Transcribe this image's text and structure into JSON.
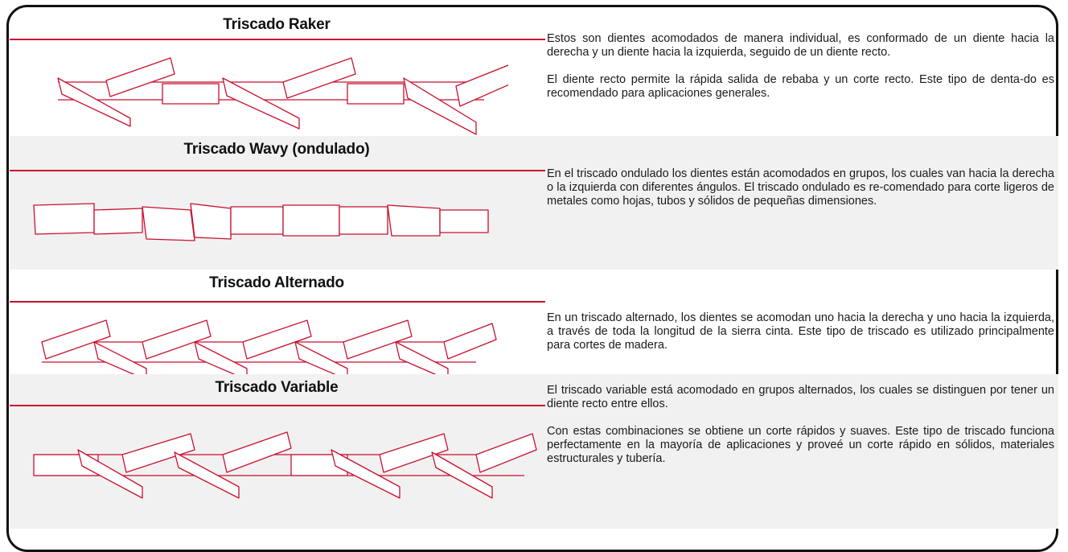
{
  "sections": [
    {
      "title": "Triscado Raker",
      "paragraphs": [
        "Estos son dientes acomodados de manera individual, es conformado de un diente hacia la derecha y un diente hacia la izquierda, seguido de un diente recto.",
        "El diente recto permite la rápida salida de rebaba y un corte recto. Este tipo de denta-do es recomendado para aplicaciones generales."
      ]
    },
    {
      "title": "Triscado Wavy (ondulado)",
      "paragraphs": [
        "En el triscado ondulado los dientes están acomodados en grupos, los cuales van hacia la derecha o la izquierda con diferentes ángulos. El triscado ondulado es re-comendado para corte ligeros de metales como hojas, tubos y sólidos de pequeñas dimensiones."
      ]
    },
    {
      "title": "Triscado Alternado",
      "paragraphs": [
        "En un triscado alternado, los dientes se acomodan uno hacia la derecha y uno hacia la izquierda, a través de toda la longitud de la sierra cinta. Este tipo de triscado es utilizado principalmente para cortes de madera."
      ]
    },
    {
      "title": "Triscado Variable",
      "paragraphs": [
        "El triscado variable está acomodado en grupos alternados, los cuales se distinguen por tener un diente recto entre ellos.",
        "Con estas combinaciones se obtiene un corte rápidos y suaves. Este tipo de triscado funciona perfectamente en la mayoría de aplicaciones y proveé un corte rápido en sólidos, materiales estructurales y tubería."
      ]
    }
  ],
  "colors": {
    "accent": "#c8102e",
    "shade": "#f1f1f1",
    "frame": "#111111"
  }
}
